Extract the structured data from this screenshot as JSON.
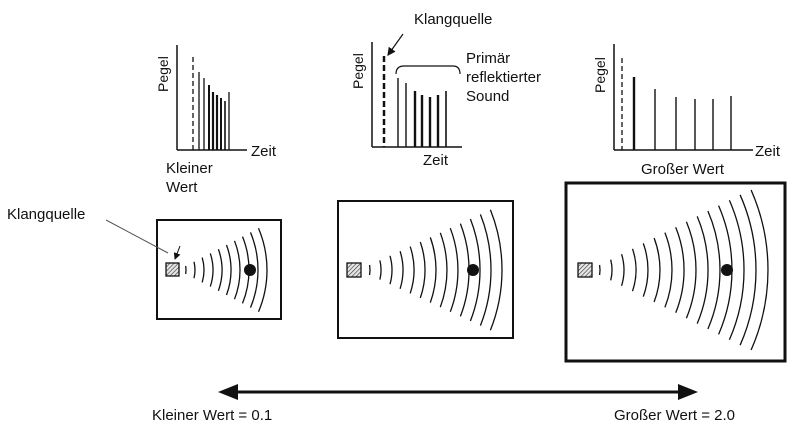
{
  "charts": [
    {
      "ylabel": "Pegel",
      "xlabel": "Zeit",
      "caption": "Kleiner Wert"
    },
    {
      "ylabel": "Pegel",
      "xlabel": "Zeit",
      "source_label": "Klangquelle",
      "reflection_label": "Primär reflektierter Sound"
    },
    {
      "ylabel": "Pegel",
      "xlabel": "Zeit",
      "caption": "Großer Wert"
    }
  ],
  "rooms": {
    "source_label": "Klangquelle"
  },
  "scale": {
    "left_label": "Kleiner Wert = 0.1",
    "right_label": "Großer Wert = 2.0"
  },
  "colors": {
    "ink": "#111111",
    "background": "#ffffff"
  }
}
